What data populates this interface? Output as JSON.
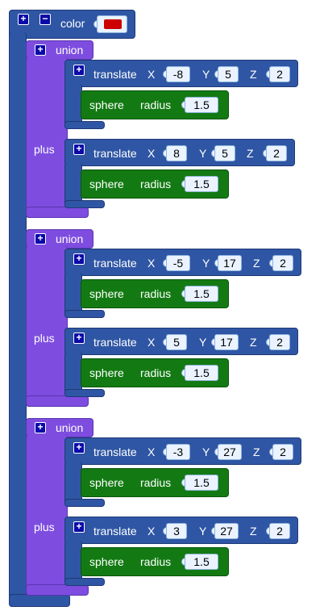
{
  "color_block": {
    "label": "color",
    "color_value": "#cc0000"
  },
  "unions": [
    {
      "label": "union",
      "plus_label": "plus",
      "translates": [
        {
          "label": "translate",
          "x_label": "X",
          "x": "-8",
          "y_label": "Y",
          "y": "5",
          "z_label": "Z",
          "z": "2",
          "sphere": {
            "label": "sphere",
            "radius_label": "radius",
            "radius": "1.5"
          }
        },
        {
          "label": "translate",
          "x_label": "X",
          "x": "8",
          "y_label": "Y",
          "y": "5",
          "z_label": "Z",
          "z": "2",
          "sphere": {
            "label": "sphere",
            "radius_label": "radius",
            "radius": "1.5"
          }
        }
      ]
    },
    {
      "label": "union",
      "plus_label": "plus",
      "translates": [
        {
          "label": "translate",
          "x_label": "X",
          "x": "-5",
          "y_label": "Y",
          "y": "17",
          "z_label": "Z",
          "z": "2",
          "sphere": {
            "label": "sphere",
            "radius_label": "radius",
            "radius": "1.5"
          }
        },
        {
          "label": "translate",
          "x_label": "X",
          "x": "5",
          "y_label": "Y",
          "y": "17",
          "z_label": "Z",
          "z": "2",
          "sphere": {
            "label": "sphere",
            "radius_label": "radius",
            "radius": "1.5"
          }
        }
      ]
    },
    {
      "label": "union",
      "plus_label": "plus",
      "translates": [
        {
          "label": "translate",
          "x_label": "X",
          "x": "-3",
          "y_label": "Y",
          "y": "27",
          "z_label": "Z",
          "z": "2",
          "sphere": {
            "label": "sphere",
            "radius_label": "radius",
            "radius": "1.5"
          }
        },
        {
          "label": "translate",
          "x_label": "X",
          "x": "3",
          "y_label": "Y",
          "y": "27",
          "z_label": "Z",
          "z": "2",
          "sphere": {
            "label": "sphere",
            "radius_label": "radius",
            "radius": "1.5"
          }
        }
      ]
    }
  ],
  "icons": {
    "expand": "plus-icon",
    "collapse": "minus-icon"
  },
  "button_glyphs": {
    "plus": "+",
    "minus": "−"
  },
  "colors": {
    "color_block": "#2f56a4",
    "union_block": "#7e4de0",
    "translate_block": "#2f56a4",
    "sphere_block": "#137a13"
  }
}
